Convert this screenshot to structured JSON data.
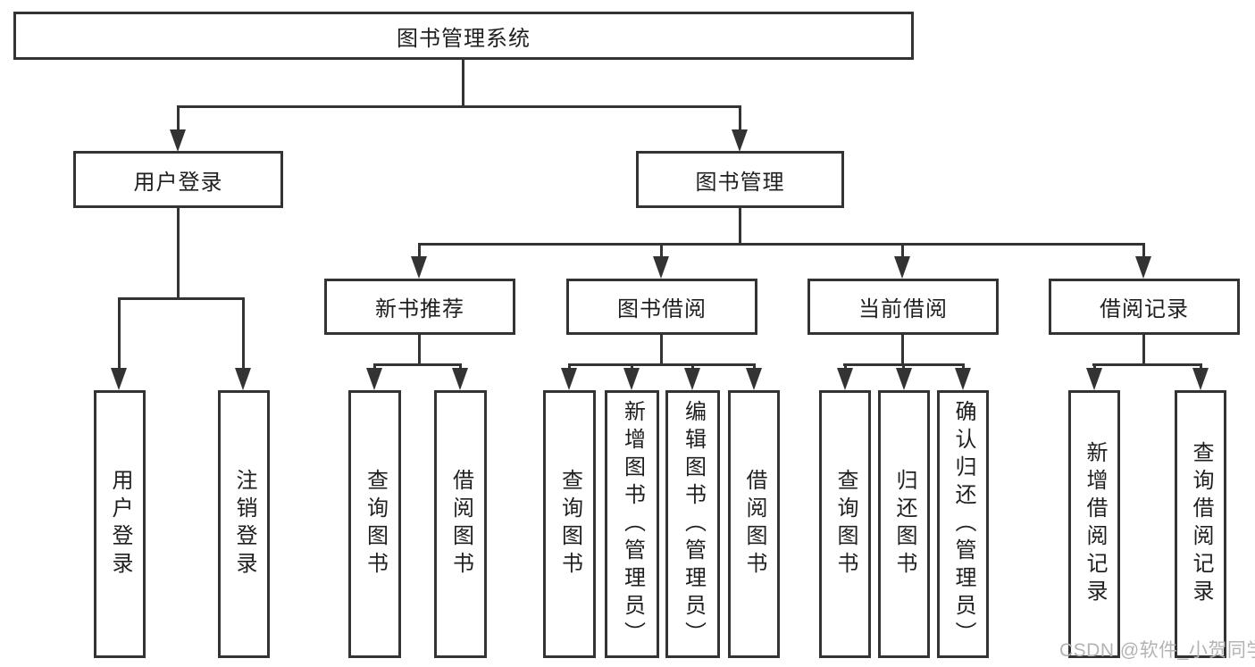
{
  "diagram_title": "图书管理系统",
  "tree": {
    "root": {
      "label": "图书管理系统"
    },
    "level2": [
      {
        "label": "用户登录"
      },
      {
        "label": "图书管理"
      }
    ],
    "level3": [
      {
        "label": "新书推荐"
      },
      {
        "label": "图书借阅"
      },
      {
        "label": "当前借阅"
      },
      {
        "label": "借阅记录"
      }
    ],
    "leaves": {
      "user_login": [
        {
          "label": "用户登录"
        },
        {
          "label": "注销登录"
        }
      ],
      "new_book_recommend": [
        {
          "label": "查询图书"
        },
        {
          "label": "借阅图书"
        }
      ],
      "book_borrowing": [
        {
          "label": "查询图书"
        },
        {
          "label": "新增图书（管理员）"
        },
        {
          "label": "编辑图书（管理员）"
        },
        {
          "label": "借阅图书"
        }
      ],
      "current_borrowing": [
        {
          "label": "查询图书"
        },
        {
          "label": "归还图书"
        },
        {
          "label": "确认归还（管理员）"
        }
      ],
      "borrowing_records": [
        {
          "label": "新增借阅记录"
        },
        {
          "label": "查询借阅记录"
        }
      ]
    }
  },
  "watermark": {
    "text": "CSDN @软件_小贺同学"
  },
  "colors": {
    "line": "#333333",
    "text": "#1f1f1f",
    "watermark": "#b3b3b3",
    "background": "#ffffff"
  }
}
